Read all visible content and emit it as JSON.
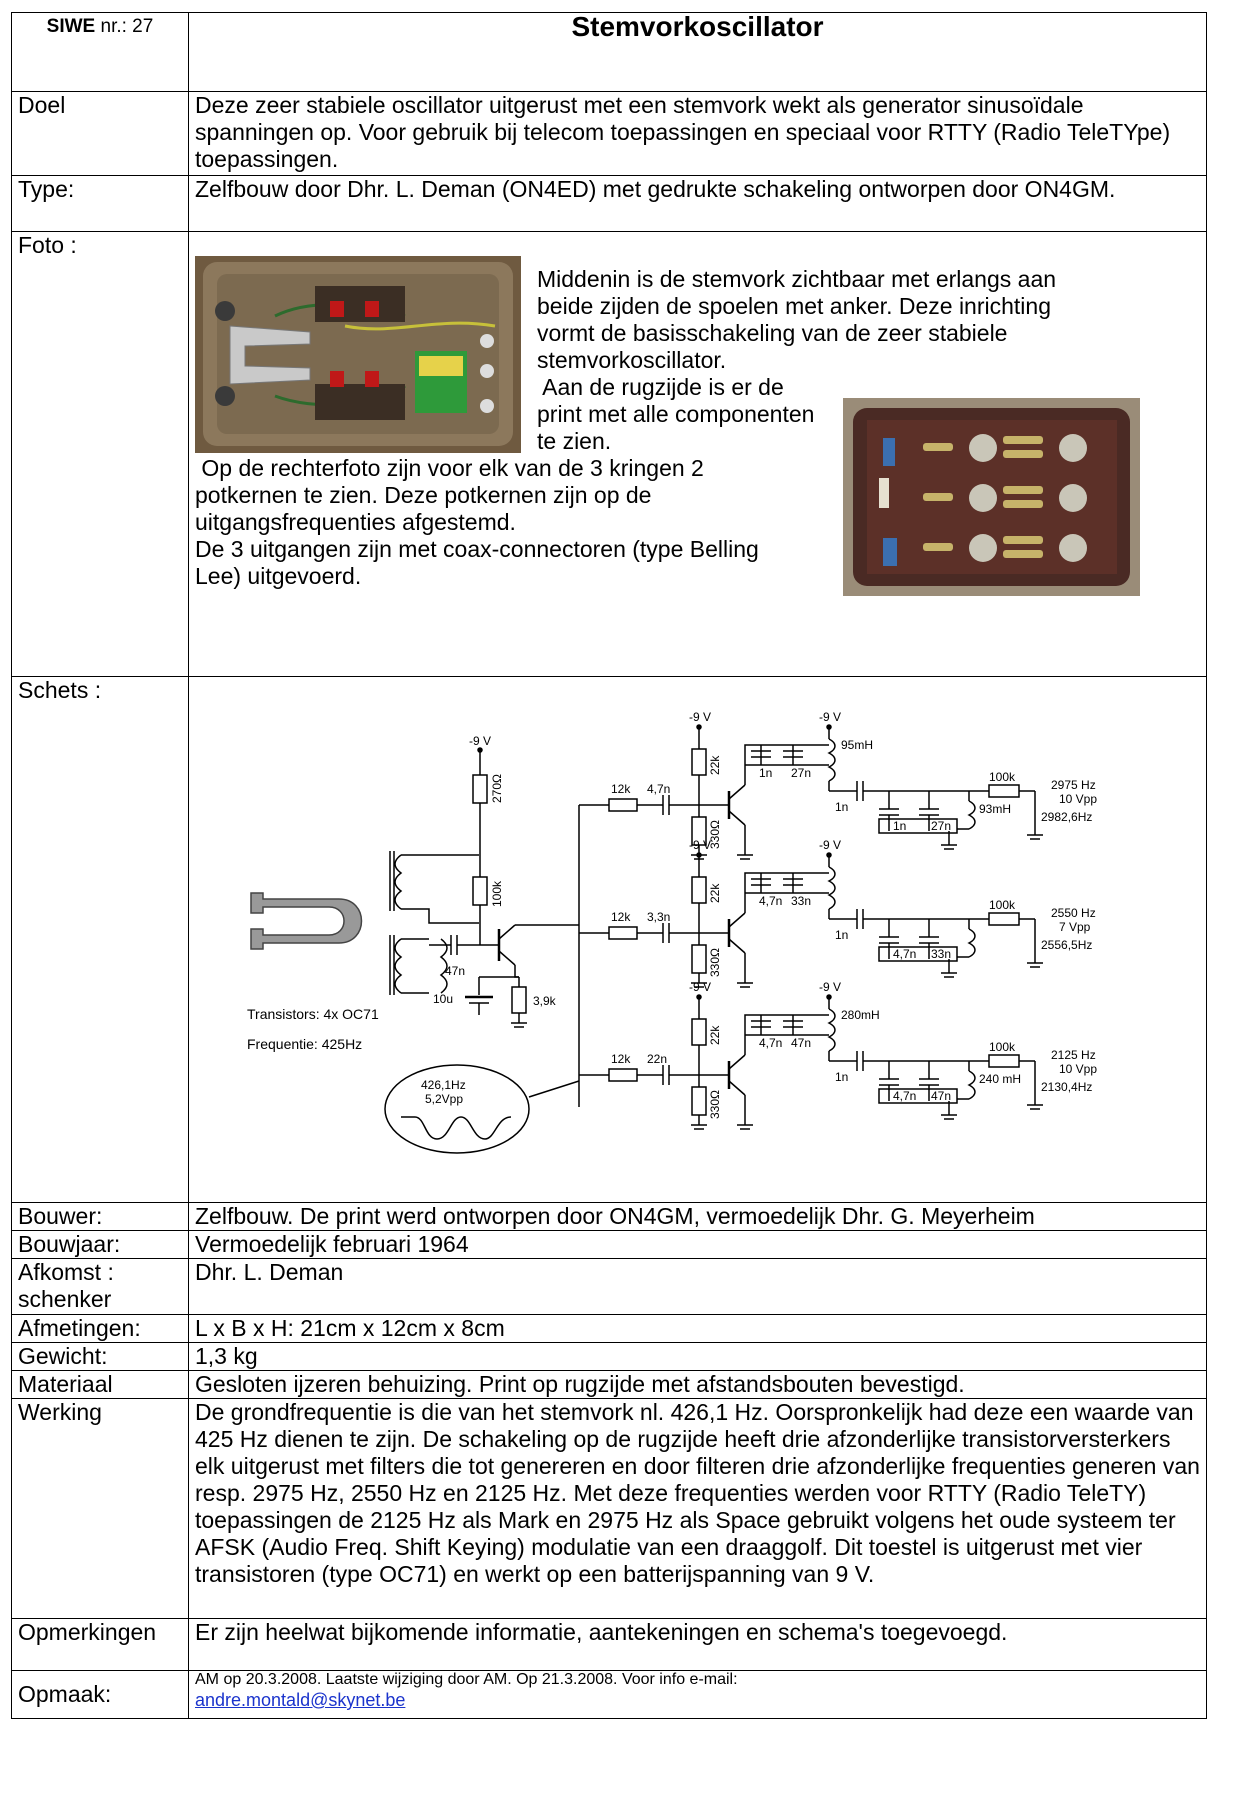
{
  "header": {
    "siwe_label": "SIWE",
    "siwe_nr": " nr.: 27",
    "title": "Stemvorkoscillator"
  },
  "rows": {
    "doel": {
      "label": "Doel",
      "text": "Deze zeer stabiele oscillator uitgerust met een stemvork wekt als generator sinusoïdale spanningen op. Voor gebruik bij telecom toepassingen en speciaal voor RTTY (Radio TeleTYpe) toepassingen."
    },
    "type": {
      "label": "Type:",
      "text": "Zelfbouw door Dhr. L. Deman (ON4ED) met gedrukte schakeling ontworpen door ON4GM."
    },
    "foto": {
      "label": " Foto :",
      "lines": [
        "Middenin is de stemvork zichtbaar met erlangs aan",
        "beide zijden de spoelen met anker. Deze inrichting",
        "vormt de basisschakeling van de zeer stabiele",
        "stemvorkoscillator.",
        " Aan de rugzijde is er de",
        "print met alle componenten",
        "te zien.",
        " Op de rechterfoto zijn voor elk van de 3 kringen 2",
        "potkernen te zien. Deze potkernen zijn op de",
        "uitgangsfrequenties afgestemd.",
        "De 3 uitgangen zijn met coax-connectoren (type Belling",
        "Lee) uitgevoerd."
      ]
    },
    "schets": {
      "label": "Schets :"
    },
    "bouwer": {
      "label": "Bouwer:",
      "text": "Zelfbouw. De print werd ontworpen door ON4GM, vermoedelijk Dhr. G. Meyerheim"
    },
    "bouwjaar": {
      "label": "Bouwjaar:",
      "text": "Vermoedelijk februari 1964"
    },
    "afkomst": {
      "label": "Afkomst : schenker",
      "text": "Dhr. L. Deman"
    },
    "afmetingen": {
      "label": "Afmetingen:",
      "text": "L x B x H: 21cm x 12cm x 8cm"
    },
    "gewicht": {
      "label": "Gewicht:",
      "text": "1,3 kg"
    },
    "materiaal": {
      "label": "Materiaal",
      "text": "Gesloten ijzeren behuizing. Print op rugzijde met afstandsbouten bevestigd."
    },
    "werking": {
      "label": "Werking",
      "text": "De grondfrequentie is die van het stemvork nl. 426,1 Hz.  Oorspronkelijk had deze een waarde van 425 Hz dienen te zijn. De schakeling op de rugzijde heeft drie afzonderlijke transistorversterkers elk uitgerust met filters die tot genereren en door filteren drie afzonderlijke frequenties generen van resp. 2975 Hz, 2550 Hz en 2125 Hz. Met deze frequenties werden voor RTTY (Radio TeleTY) toepassingen de 2125 Hz als Mark en 2975 Hz als Space gebruikt volgens het oude systeem ter AFSK (Audio Freq. Shift Keying) modulatie van een draaggolf. Dit toestel is uitgerust met vier transistoren (type OC71) en werkt  op een batterijspanning van 9 V."
    },
    "opmerkingen": {
      "label": "Opmerkingen",
      "text": "Er zijn heelwat bijkomende informatie, aantekeningen en schema's toegevoegd."
    },
    "opmaak": {
      "label": "Opmaak:",
      "text": "AM op 20.3.2008.  Laatste wijziging door AM. Op 21.3.2008. Voor info  e-mail:",
      "email": "andre.montald@skynet.be"
    }
  },
  "schematic": {
    "supply": "-9 V",
    "r270": "270Ω",
    "r100k": "100k",
    "c47n": "47n",
    "c10u": "10u",
    "r39k": "3,9k",
    "transistors": "Transistors: 4x OC71",
    "frequentie": "Frequentie: 425Hz",
    "scope_freq": "426,1Hz",
    "scope_amp": "5,2Vpp",
    "r12k": "12k",
    "r22k": "22k",
    "r330": "330Ω",
    "r100k_out": "100k",
    "c1n": "1n",
    "stages": [
      {
        "cin": "4,7n",
        "ct1": "1n",
        "ct2": "27n",
        "lt": "95mH",
        "cf1": "1n",
        "cf2": "27n",
        "lf": "93mH",
        "f": "2975 Hz",
        "v": "10 Vpp",
        "fm": "2982,6Hz"
      },
      {
        "cin": "3,3n",
        "ct1": "4,7n",
        "ct2": "33n",
        "lt": "",
        "cf1": "4,7n",
        "cf2": "33n",
        "lf": "",
        "f": "2550 Hz",
        "v": "7 Vpp",
        "fm": "2556,5Hz"
      },
      {
        "cin": "22n",
        "ct1": "4,7n",
        "ct2": "47n",
        "lt": "280mH",
        "cf1": "4,7n",
        "cf2": "47n",
        "lf": "240 mH",
        "f": "2125 Hz",
        "v": "10 Vpp",
        "fm": "2130,4Hz"
      }
    ]
  }
}
